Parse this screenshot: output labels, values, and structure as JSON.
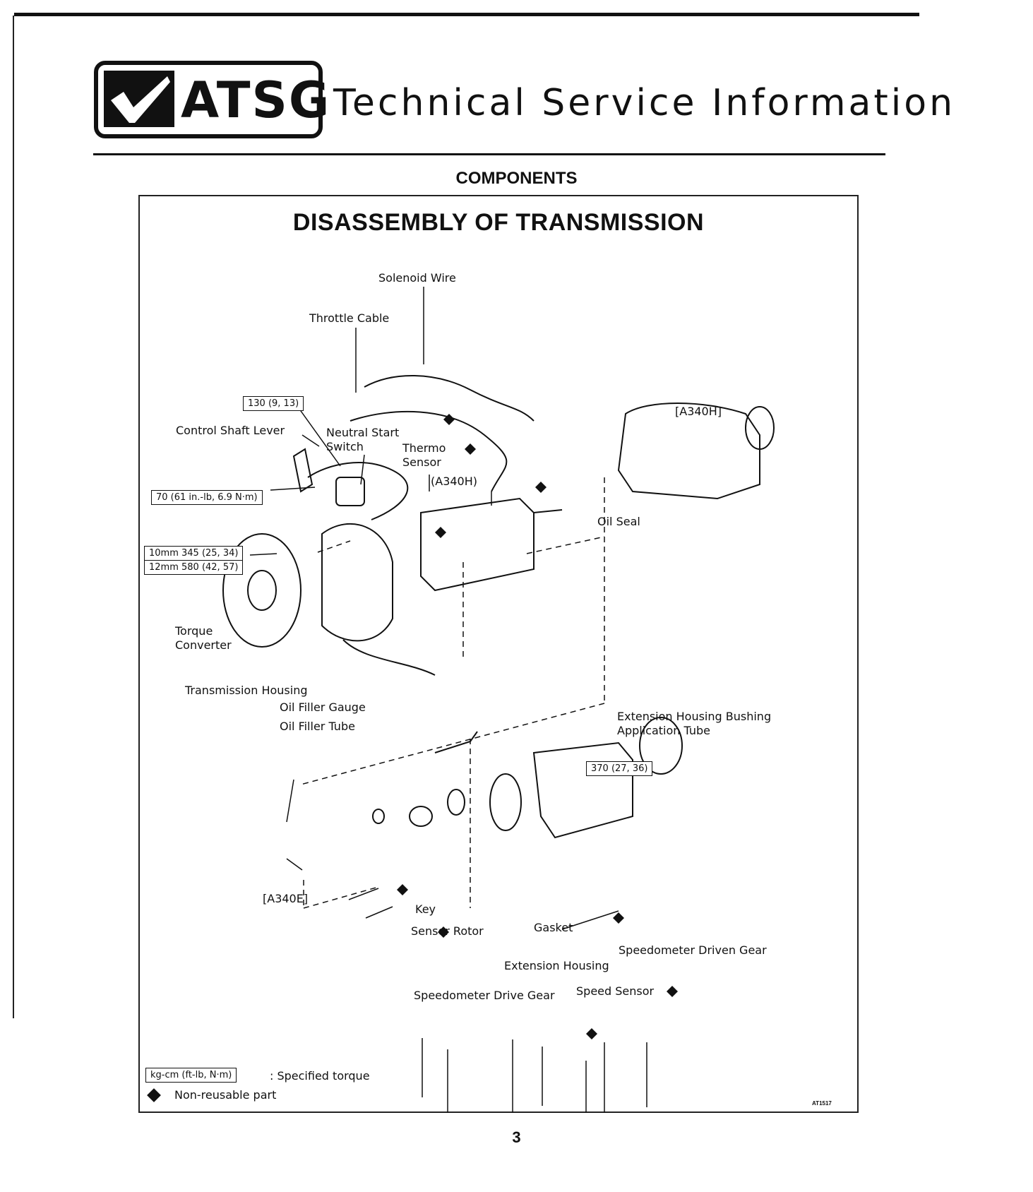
{
  "header": {
    "logo_text": "ATSG",
    "title": "Technical Service Information"
  },
  "section_title": "COMPONENTS",
  "diagram": {
    "title": "DISASSEMBLY OF TRANSMISSION",
    "labels": {
      "solenoid_wire": "Solenoid Wire",
      "throttle_cable": "Throttle Cable",
      "control_shaft_lever": "Control Shaft Lever",
      "neutral_start_switch_1": "Neutral Start",
      "neutral_start_switch_2": "Switch",
      "thermo_sensor_1": "Thermo",
      "thermo_sensor_2": "Sensor",
      "a340h_small": "(A340H)",
      "a340h_top": "[A340H]",
      "oil_seal": "Oil Seal",
      "torque_converter_1": "Torque",
      "torque_converter_2": "Converter",
      "transmission_housing": "Transmission Housing",
      "oil_filler_gauge": "Oil Filler Gauge",
      "oil_filler_tube": "Oil Filler Tube",
      "ext_housing_bushing_1": "Extension Housing Bushing",
      "ext_housing_bushing_2": "Application Tube",
      "a340e": "[A340E]",
      "key": "Key",
      "sensor_rotor": "Sensor Rotor",
      "gasket": "Gasket",
      "extension_housing": "Extension Housing",
      "speedometer_driven_gear": "Speedometer Driven Gear",
      "speedometer_drive_gear": "Speedometer Drive Gear",
      "speed_sensor": "Speed Sensor"
    },
    "torques": {
      "t130": "130 (9, 13)",
      "t70": "70 (61 in.-lb, 6.9 N·m)",
      "t10mm": "10mm  345 (25, 34)",
      "t12mm": "12mm  580 (42, 57)",
      "t370": "370 (27, 36)"
    },
    "legend": {
      "torque_box": "kg-cm (ft-lb, N·m)",
      "torque_desc": ": Specified torque",
      "nonreusable": "Non-reusable part"
    },
    "figure_code": "AT1517"
  },
  "page_number": "3"
}
